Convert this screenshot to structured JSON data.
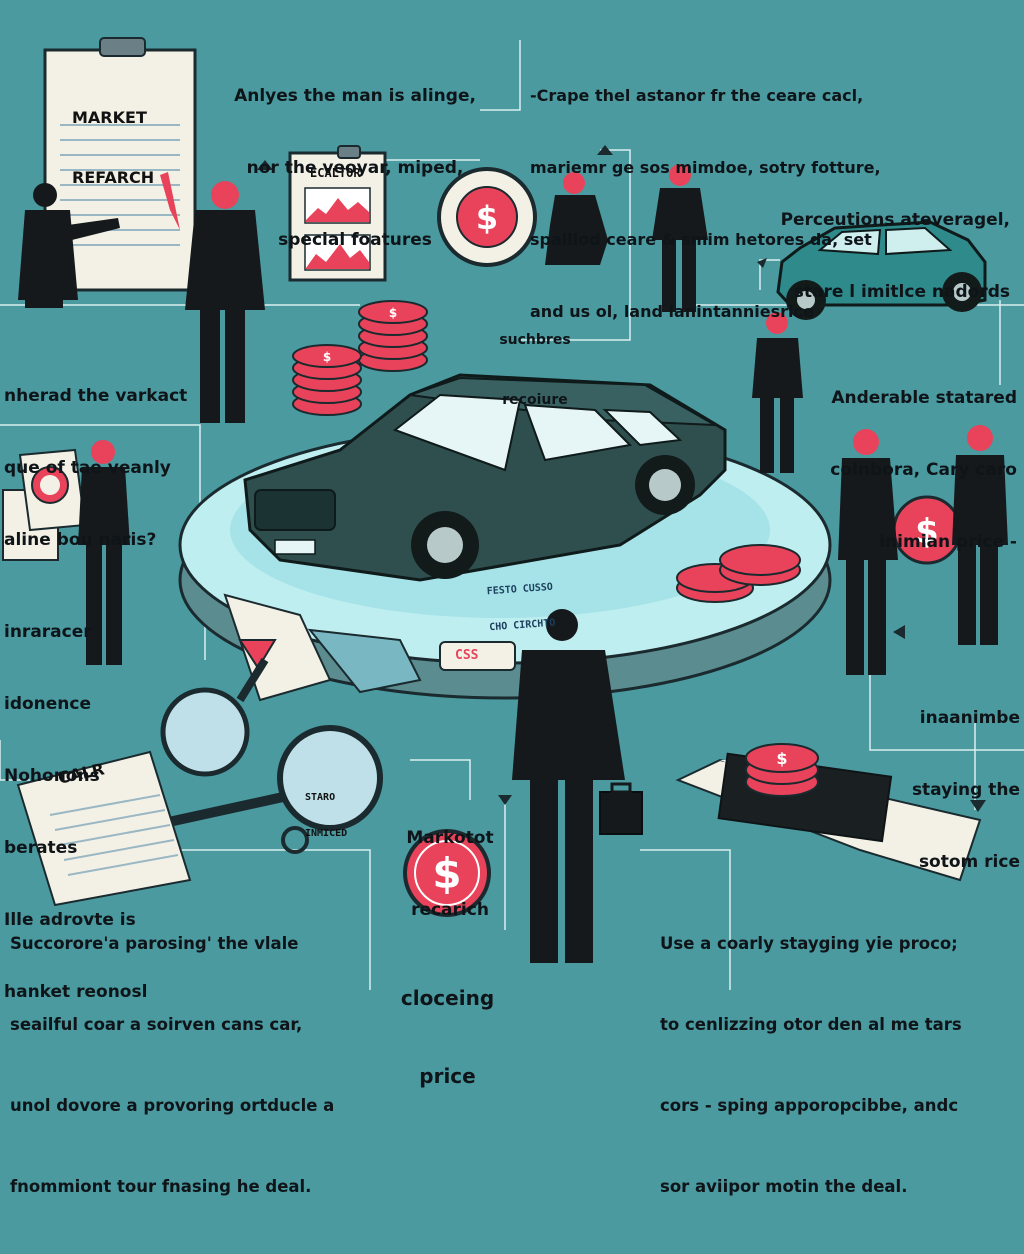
{
  "colors": {
    "background": "#4a9aa0",
    "suit": "#15191c",
    "coin_red": "#e8435a",
    "platform": "#bfeef0",
    "car_dark": "#2f4f4f",
    "car_teal": "#2f8a8c",
    "paper": "#f3f1e6"
  },
  "documents": {
    "market_research": {
      "title_lines": [
        "MARKET",
        "REFARCH"
      ]
    },
    "chart_board": {
      "title": "ECALTOR"
    },
    "car_doc": {
      "title": "CALR"
    },
    "magnifier_lens_text": [
      "STARO",
      "INMICED"
    ],
    "platform_label": [
      "FESTO CUSSO",
      "CHO CIRCHTO"
    ],
    "tag_text": "CSS"
  },
  "captions": {
    "top_center": [
      "Anlyes the man is alinge,",
      "nor the veoyar, miped,",
      "special foatures"
    ],
    "top_right": [
      "-Crape thel astanor fr the ceare cacl,",
      "mariemr ge sos mimdoe, sotry fotture,",
      "spalliod ceare & smim hetores da, set",
      "and us ol, land lanintanniesrice"
    ],
    "right_upper": [
      "Perceutions ateveragel,",
      "stare l imitlce nadords"
    ],
    "center_small": [
      "suchbres",
      "recoiure"
    ],
    "left_upper": [
      "nherad the varkact",
      "que of tae veanly",
      "aline bou naris?"
    ],
    "right_middle": [
      "Anderable statared",
      "colnbora, Cary caro",
      "inimian price -"
    ],
    "left_middle": [
      "inraracer",
      "idonence",
      "Nohonons",
      "berates",
      "Ille adrovte is",
      "hanket reonosl"
    ],
    "right_lower": [
      "inaanimbe",
      "staying the",
      "sotom rice"
    ],
    "center_bottom": [
      "Markotot",
      "recarich"
    ],
    "closing_price": [
      "cloceing",
      "price"
    ],
    "bottom_left": [
      "Succorore'a parosing' the vlale",
      "seailful coar a soirven cans car,",
      "unol dovore a provoring ortducle a",
      "fnommiont tour fnasing he deal."
    ],
    "bottom_right": [
      "Use a coarly stayging yie proco;",
      "to cenlizzing otor den al me tars",
      "cors - sping apporopcibbe, andc",
      "sor aviipor motin the deal."
    ]
  },
  "icons": [
    "clipboard-icon",
    "dollar-coin-icon",
    "coin-stack-icon",
    "car-icon",
    "magnifier-icon",
    "briefcase-icon",
    "arrow-icon"
  ]
}
